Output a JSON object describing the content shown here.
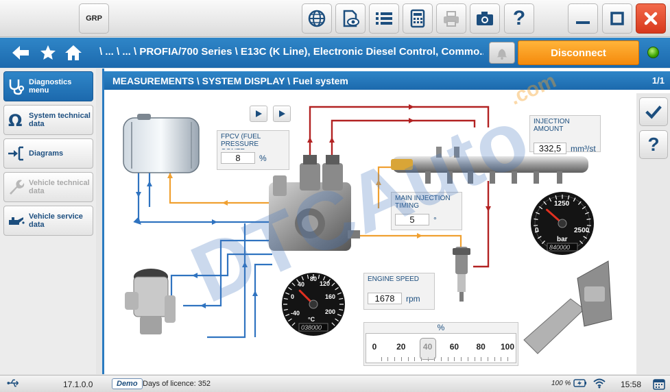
{
  "toolbar": {
    "grp_label": "GRP",
    "buttons": [
      "globe-icon",
      "eye-icon",
      "list-icon",
      "calculator-icon",
      "printer-icon",
      "camera-icon",
      "help-icon"
    ],
    "help_glyph": "?"
  },
  "nav": {
    "breadcrumb": "\\ ... \\ ... \\ PROFIA/700 Series \\ E13C (K Line), Electronic Diesel Control, Commo...",
    "disconnect_label": "Disconnect"
  },
  "sidebar": {
    "items": [
      {
        "label": "Diagnostics menu",
        "icon": "stethoscope-icon"
      },
      {
        "label": "System technical data",
        "icon": "omega-icon"
      },
      {
        "label": "Diagrams",
        "icon": "diagram-icon"
      },
      {
        "label": "Vehicle technical data",
        "icon": "wrench-icon"
      },
      {
        "label": "Vehicle service data",
        "icon": "oil-can-icon"
      }
    ]
  },
  "panel": {
    "title": "MEASUREMENTS \\ SYSTEM DISPLAY \\ Fuel system",
    "page_indicator": "1/1"
  },
  "measurements": {
    "fpcv": {
      "label": "FPCV (FUEL PRESSURE CONTR...",
      "value": "8",
      "unit": "%"
    },
    "injection_amount": {
      "label": "INJECTION AMOUNT",
      "value": "332,5",
      "unit": "mm³/st"
    },
    "main_injection_timing": {
      "label": "MAIN INJECTION TIMING",
      "value": "5",
      "unit": "°"
    },
    "engine_speed": {
      "label": "ENGINE SPEED",
      "value": "1678",
      "unit": "rpm"
    }
  },
  "gauges": {
    "pressure": {
      "ticks": [
        "0",
        "1250",
        "2500"
      ],
      "unit": "bar",
      "odometer": "840000",
      "value": 800,
      "max": 2500
    },
    "temperature": {
      "ticks": [
        "-40",
        "0",
        "40",
        "80",
        "120",
        "160",
        "200"
      ],
      "unit": "°C",
      "odometer": "038000",
      "value": 40
    }
  },
  "pedal_scale": {
    "unit": "%",
    "ticks": [
      "0",
      "20",
      "40",
      "60",
      "80",
      "100"
    ],
    "value": 40
  },
  "watermark": {
    "text": "DTCAuto",
    "suffix": ".com"
  },
  "statusbar": {
    "version": "17.1.0.0",
    "demo": "Demo",
    "licence": "Days of licence: 352",
    "battery": "100 %",
    "time": "15:58"
  },
  "colors": {
    "accent_blue": "#1c69ad",
    "disconnect_orange": "#f58a0c",
    "return_line": "#2f73c0",
    "feed_line": "#f0a030",
    "high_pressure": "#b22222"
  }
}
